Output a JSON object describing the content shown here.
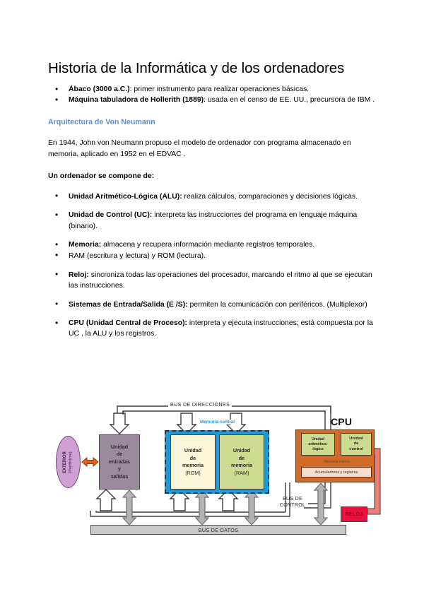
{
  "document": {
    "title": "Historia de la Informática y de los ordenadores",
    "intro_bullets": [
      {
        "bold": "Ábaco (3000 a.C.)",
        "rest": ": primer instrumento para realizar operaciones básicas."
      },
      {
        "bold": "Máquina tabuladora de Hollerith (1889)",
        "rest": ": usada en el censo de EE. UU., precursora de IBM ."
      }
    ],
    "section_heading": "Arquitectura de Von Neumann",
    "paragraph": "En 1944, John von Neumann propuso el modelo de ordenador con programa almacenado en memoria, aplicado en 1952 en el EDVAC .",
    "lead_in": "Un ordenador se compone de:",
    "component_bullets": [
      {
        "bold": "Unidad Aritmético-Lógica (ALU):",
        "rest": " realiza cálculos, comparaciones y decisiones lógicas."
      },
      {
        "bold": "Unidad de Control (UC):",
        "rest": " interpreta las instrucciones del programa en lenguaje máquina (binario)."
      },
      {
        "bold": "Memoria:",
        "rest": " almacena y recupera información mediante registros temporales."
      },
      {
        "bold": "",
        "rest": "RAM (escritura y lectura)  y ROM (lectura)."
      },
      {
        "bold": "Reloj:",
        "rest": " sincroniza todas las operaciones del procesador, marcando el ritmo al que se ejecutan las instrucciones."
      },
      {
        "bold": "Sistemas de Entrada/Salida (E /S):",
        "rest": " permiten la comunicación con periféricos. (Multiplexor)"
      },
      {
        "bold": "CPU (Unidad Central de Proceso):",
        "rest": " interpreta y ejecuta instrucciones; está compuesta por la UC , la ALU y los registros."
      }
    ]
  },
  "diagram": {
    "title_cpu": "CPU",
    "bus_direcciones": "BUS DE DIRECCIONES",
    "bus_datos": "BUS DE DATOS",
    "bus_control_line1": "BUS DE",
    "bus_control_line2": "CONTROL",
    "memoria_central": "Memoria central",
    "memoria_interna": "Memoria interna",
    "exterior_line1": "EXTERIOR",
    "exterior_line2": "(Periféricos)",
    "io_unit": "Unidad de entradas y salidas",
    "io_unit_lines": [
      "Unidad",
      "de",
      "entradas",
      "y",
      "salidas"
    ],
    "rom_lines": [
      "Unidad",
      "de",
      "memoria"
    ],
    "rom_sub": "(ROM)",
    "ram_lines": [
      "Unidad",
      "de",
      "memoria"
    ],
    "ram_sub": "(RAM)",
    "alu_lines": [
      "Unidad",
      "aritmética-",
      "lógica"
    ],
    "uc_lines": [
      "Unidad",
      "de",
      "control"
    ],
    "registros": "Acumuladores y registros",
    "reloj": "RELOJ",
    "colors": {
      "cpu_box": "#cf6a2b",
      "alu_uc": "#ccdb8f",
      "rom": "#fbf6d9",
      "ram": "#ccdb8f",
      "memoria_band": "#1e9ad6",
      "io_unit": "#9b8a9d",
      "exterior": "#cf9fd3",
      "reloj": "#e8123c",
      "bus_bar": "#c9c9c9",
      "data_arrow": "#b3b3b3",
      "orange_arrow": "#e8621e",
      "clock_arrow": "#ef7d77",
      "heading_blue": "#5b8fd6"
    }
  }
}
